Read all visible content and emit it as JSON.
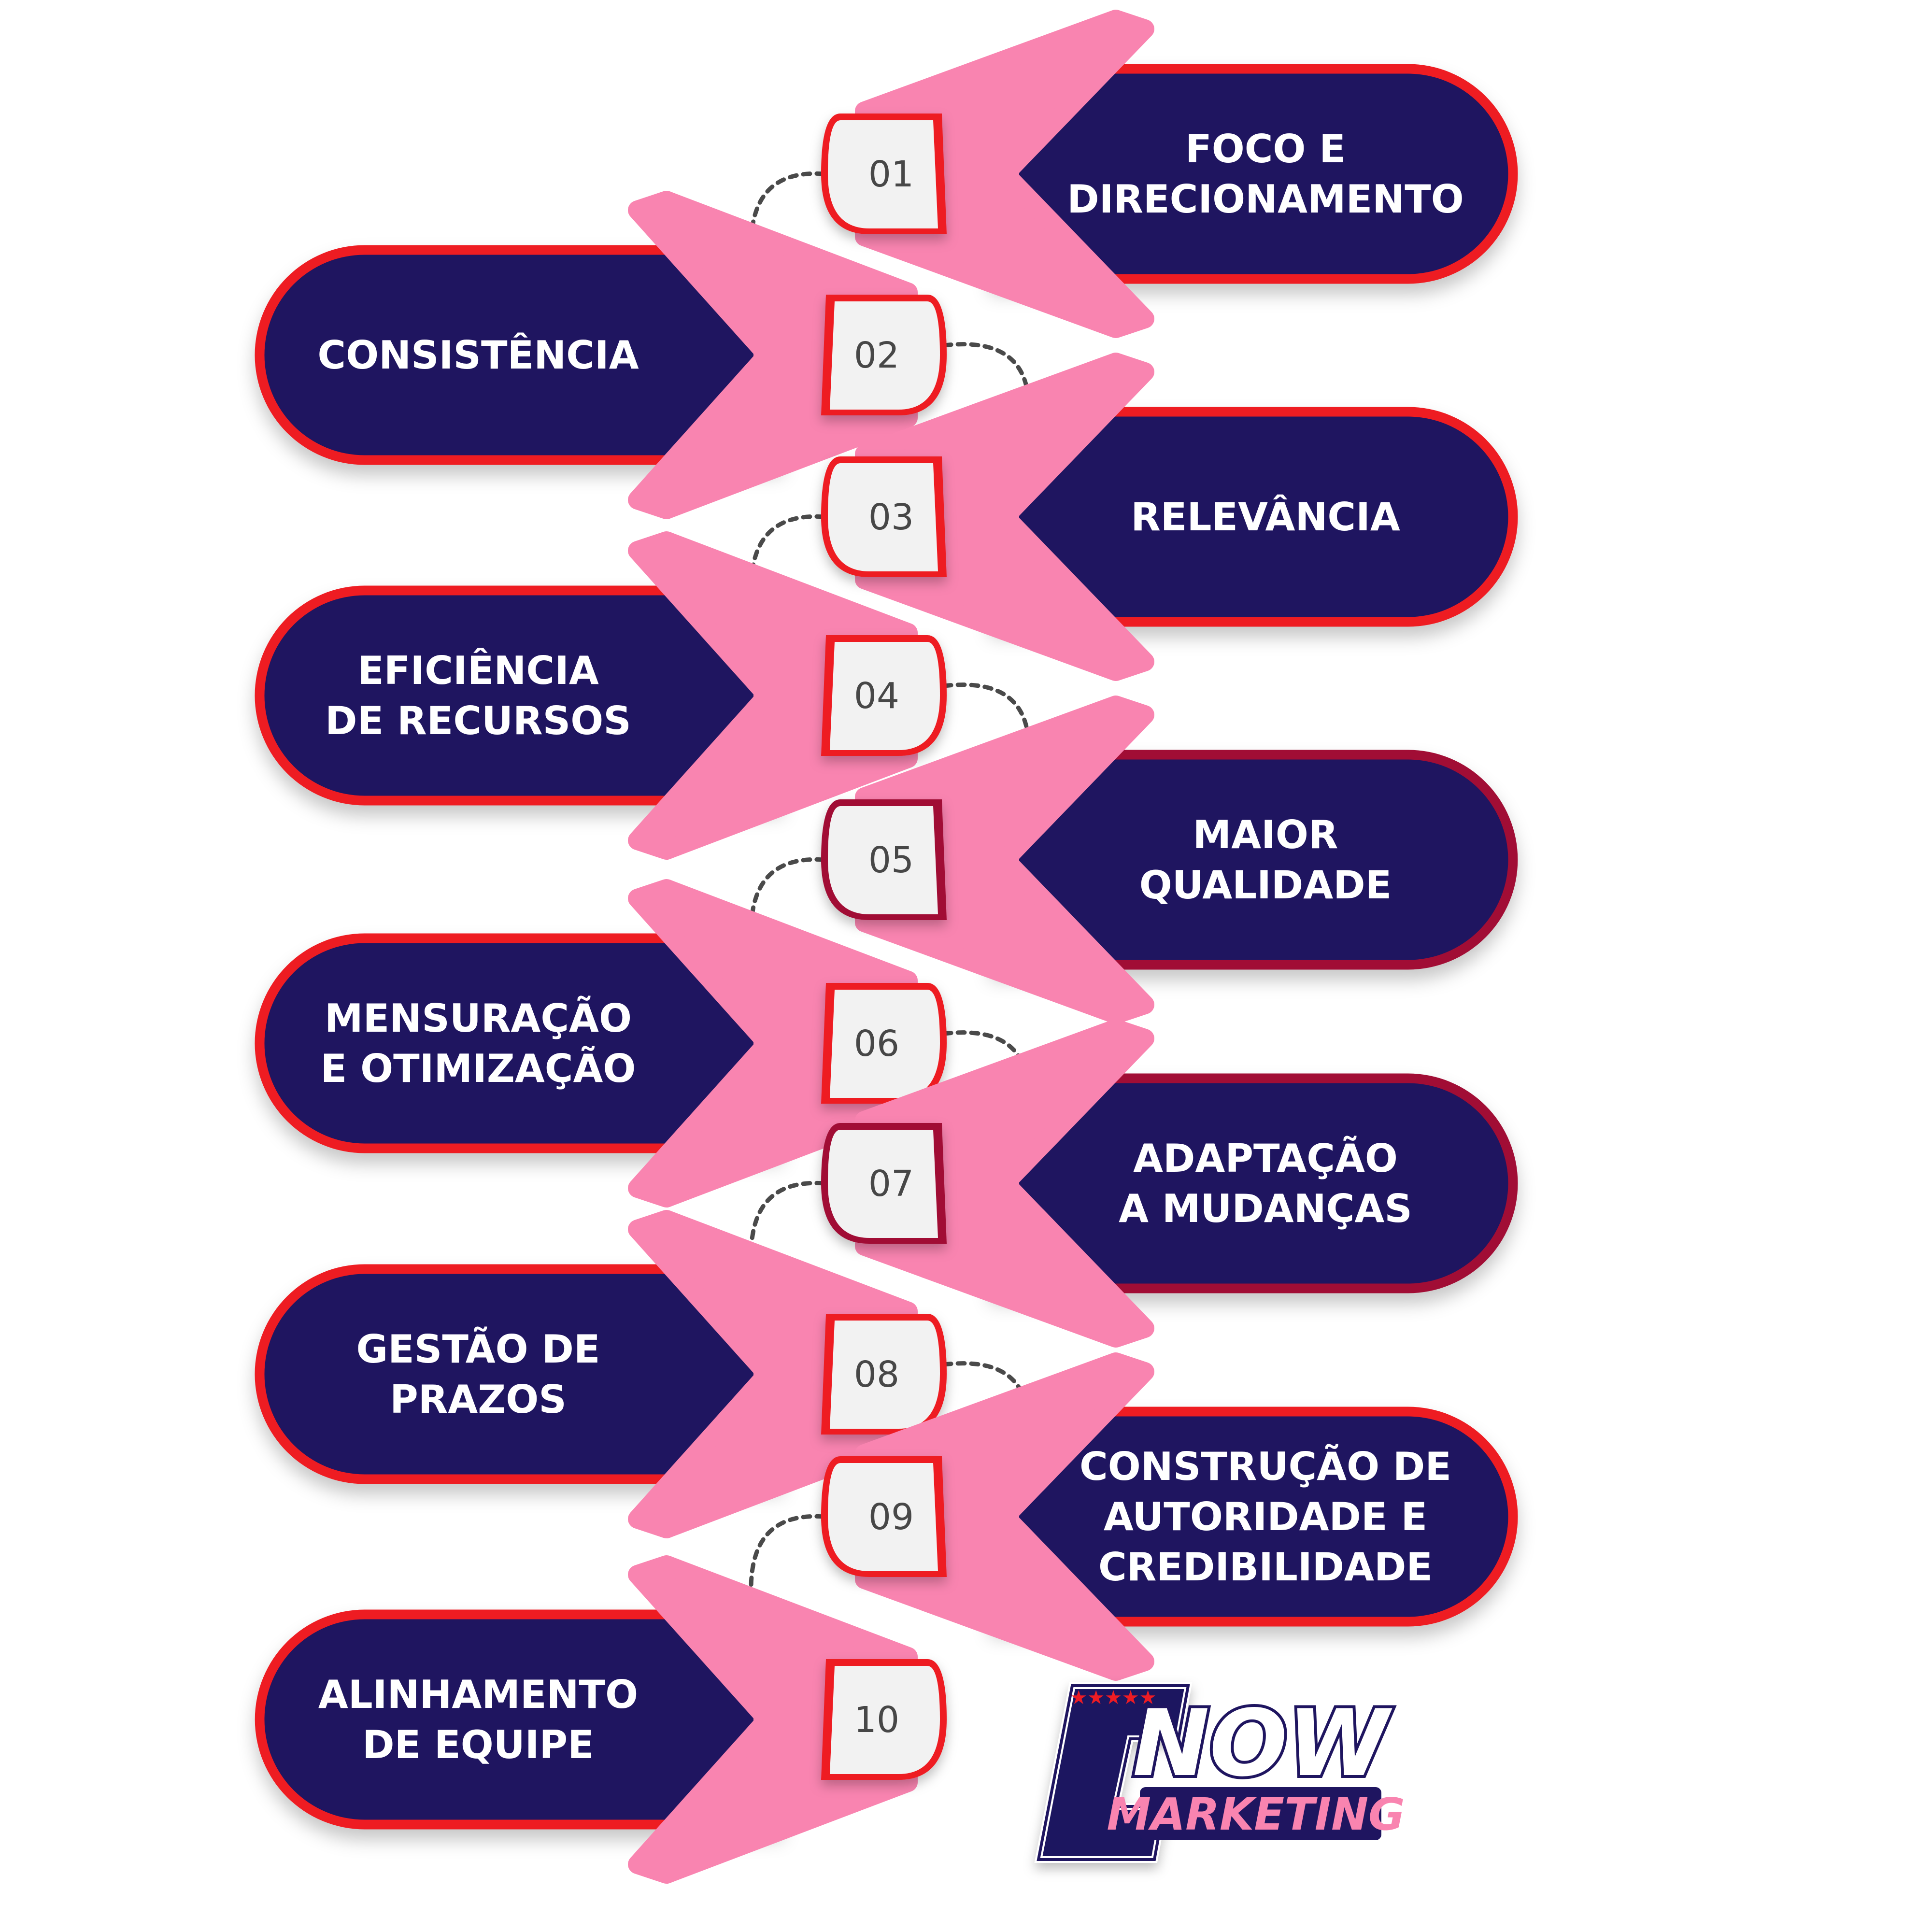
{
  "colors": {
    "navy": "#1f1560",
    "red": "#ee1c24",
    "dark_red": "#a11035",
    "pink": "#f984b0",
    "badge": "#f2f2f2",
    "number_text": "#474747",
    "label_text": "#ffffff",
    "connector": "#4a4a4a"
  },
  "steps": [
    {
      "number": "01",
      "label_lines": [
        "FOCO E",
        "DIRECIONAMENTO"
      ]
    },
    {
      "number": "02",
      "label_lines": [
        "CONSISTÊNCIA"
      ]
    },
    {
      "number": "03",
      "label_lines": [
        "RELEVÂNCIA"
      ]
    },
    {
      "number": "04",
      "label_lines": [
        "EFICIÊNCIA",
        "DE RECURSOS"
      ]
    },
    {
      "number": "05",
      "label_lines": [
        "MAIOR",
        "QUALIDADE"
      ]
    },
    {
      "number": "06",
      "label_lines": [
        "MENSURAÇÃO",
        "E OTIMIZAÇÃO"
      ]
    },
    {
      "number": "07",
      "label_lines": [
        "ADAPTAÇÃO",
        "A MUDANÇAS"
      ]
    },
    {
      "number": "08",
      "label_lines": [
        "GESTÃO DE",
        "PRAZOS"
      ]
    },
    {
      "number": "09",
      "label_lines": [
        "CONSTRUÇÃO DE",
        "AUTORIDADE E",
        "CREDIBILIDADE"
      ]
    },
    {
      "number": "10",
      "label_lines": [
        "ALINHAMENTO",
        "DE EQUIPE"
      ]
    }
  ],
  "logo": {
    "letter": "C",
    "word": "NOW",
    "sub": "MARKETING",
    "stars": "★★★★★"
  }
}
